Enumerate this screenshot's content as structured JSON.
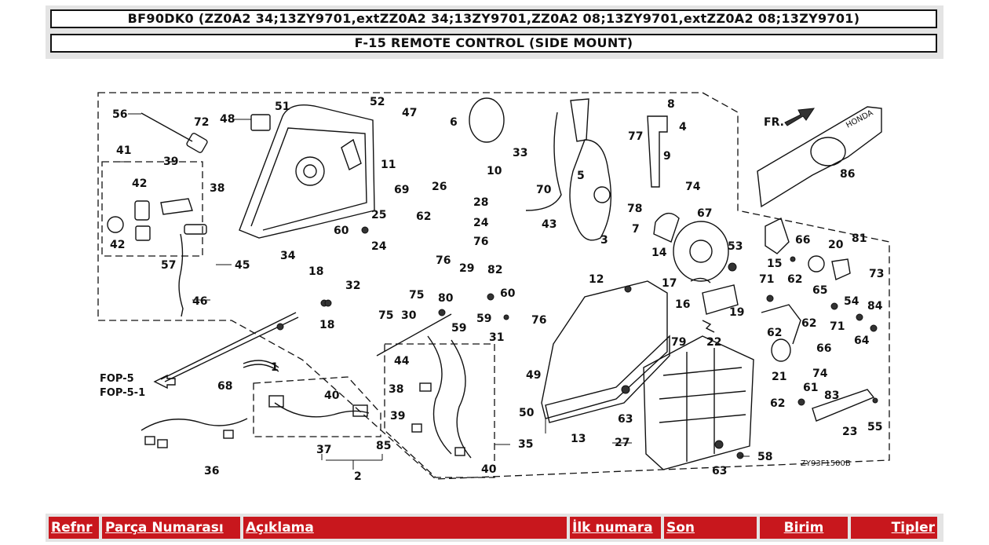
{
  "header": {
    "model_line": "BF90DK0 (ZZ0A2 34;13ZY9701,extZZ0A2 34;13ZY9701,ZZ0A2 08;13ZY9701,extZZ0A2 08;13ZY9701)",
    "section_title": "F-15 REMOTE CONTROL (SIDE MOUNT)"
  },
  "diagram": {
    "fop_labels": [
      "FOP-5",
      "FOP-5-1"
    ],
    "direction_label": "FR.",
    "drawing_code": "ZY93F1500B",
    "brand_text": "HONDA",
    "part_numbers": [
      "1",
      "2",
      "3",
      "4",
      "5",
      "6",
      "7",
      "8",
      "9",
      "10",
      "11",
      "12",
      "13",
      "14",
      "15",
      "16",
      "17",
      "18",
      "19",
      "20",
      "21",
      "22",
      "23",
      "24",
      "25",
      "26",
      "27",
      "28",
      "29",
      "30",
      "31",
      "32",
      "33",
      "34",
      "35",
      "36",
      "37",
      "38",
      "39",
      "40",
      "41",
      "42",
      "43",
      "44",
      "45",
      "46",
      "47",
      "48",
      "49",
      "50",
      "51",
      "52",
      "53",
      "54",
      "55",
      "56",
      "57",
      "58",
      "59",
      "60",
      "61",
      "62",
      "63",
      "64",
      "65",
      "66",
      "67",
      "68",
      "69",
      "70",
      "71",
      "72",
      "73",
      "74",
      "75",
      "76",
      "77",
      "78",
      "79",
      "80",
      "81",
      "82",
      "83",
      "84",
      "85",
      "86"
    ]
  },
  "table_header": {
    "columns": [
      "Refnr",
      "Parça Numarası",
      "Açıklama",
      "İlk numara",
      "Son",
      "Birim",
      "Tipler"
    ]
  },
  "colors": {
    "header_red": "#c8171d",
    "header_text": "#ffffff",
    "band_gray": "#e4e4e4"
  }
}
